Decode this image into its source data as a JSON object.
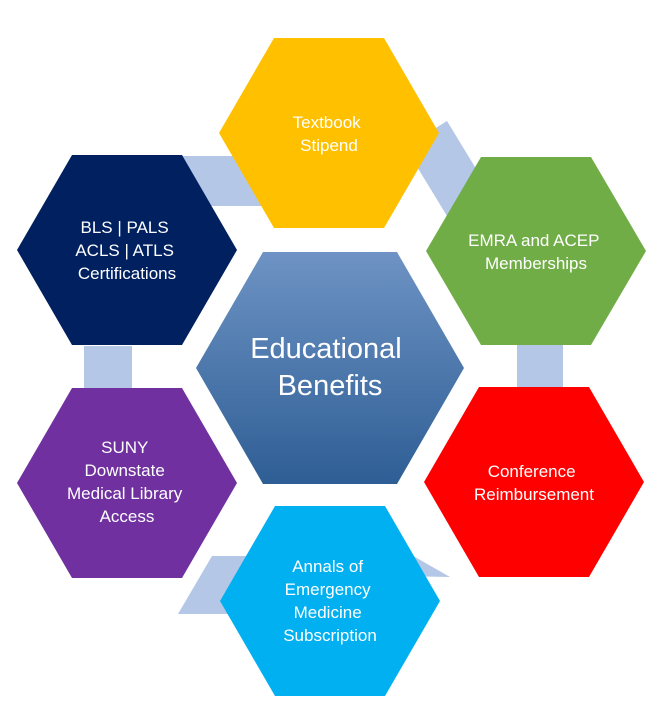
{
  "center": {
    "lines": [
      "Educational",
      "Benefits"
    ]
  },
  "hexagons": [
    {
      "id": "textbook-stipend",
      "lines": [
        "Textbook",
        "Stipend"
      ],
      "color": "#FFC000"
    },
    {
      "id": "emra-acep",
      "lines": [
        "EMRA and ACEP",
        "Memberships"
      ],
      "color": "#70AD47"
    },
    {
      "id": "conference-reimbursement",
      "lines": [
        "Conference",
        "Reimbursement"
      ],
      "color": "#FF0000"
    },
    {
      "id": "annals-subscription",
      "lines": [
        "Annals of",
        "Emergency",
        "Medicine",
        "Subscription"
      ],
      "color": "#00B0F0"
    },
    {
      "id": "library-access",
      "lines": [
        "SUNY",
        "Downstate",
        "Medical Library",
        "Access"
      ],
      "color": "#7030A0"
    },
    {
      "id": "certifications",
      "lines": [
        "BLS | PALS",
        "ACLS | ATLS",
        "Certifications"
      ],
      "color": "#002060"
    }
  ],
  "colors": {
    "center_top": "#6E93C4",
    "center_bottom": "#2E5E95",
    "connector": "#B4C7E7"
  }
}
